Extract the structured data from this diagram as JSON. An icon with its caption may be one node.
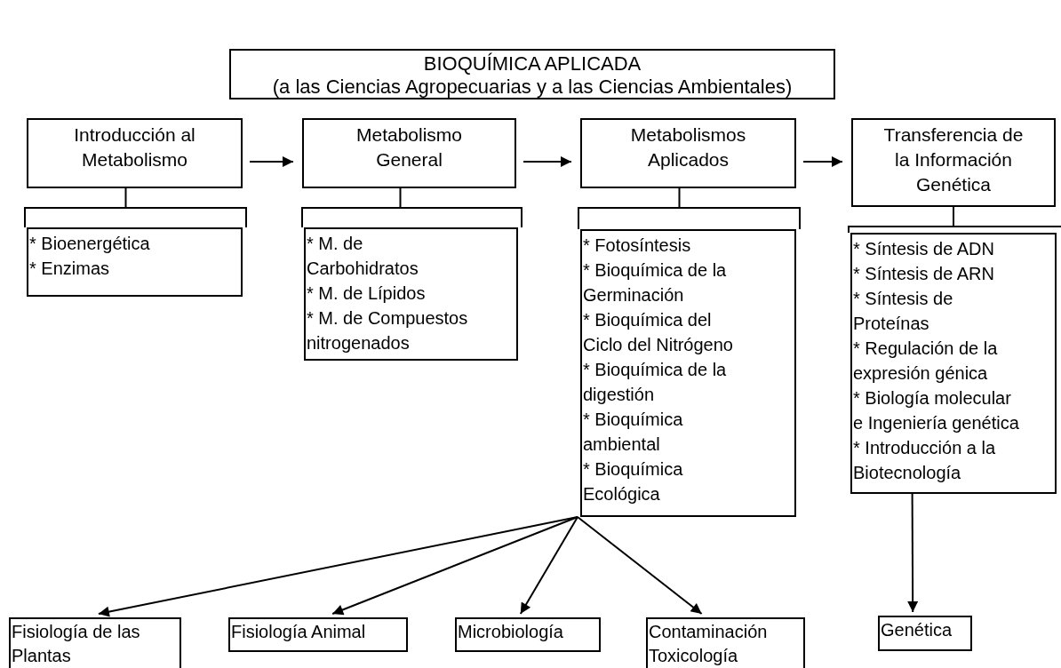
{
  "diagram": {
    "nodes": [
      {
        "text": [
          "BIOQUÍMICA APLICADA",
          "(a las Ciencias Agropecuarias y a las Ciencias Ambientales)"
        ]
      },
      {
        "text": [
          "Introducción al Metabolismo"
        ]
      },
      {
        "text": [
          "Metabolismo General"
        ]
      },
      {
        "text": [
          "Metabolismos Aplicados"
        ]
      },
      {
        "text": [
          "Transferencia de la Información Genética"
        ]
      },
      {
        "text": [
          "* Bioenergética",
          "* Enzimas"
        ]
      },
      {
        "text": [
          "* M. de Carbohidratos",
          "* M. de Lípidos",
          "* M. de Compuestos nitrogenados"
        ]
      },
      {
        "text": [
          "* Fotosíntesis",
          "* Bioquímica de la Germinación",
          "* Bioquímica del Ciclo del Nitrógeno",
          "* Bioquímica de la digestión",
          "* Bioquímica ambiental",
          "* Bioquímica Ecológica"
        ]
      },
      {
        "text": [
          "* Síntesis de ADN",
          "* Síntesis de ARN",
          "* Síntesis de Proteínas",
          "* Regulación de la expresión génica",
          "* Biología molecular e Ingeniería genética",
          "* Introducción a la Biotecnología"
        ]
      },
      {
        "text": [
          "Fisiología de las Plantas"
        ]
      },
      {
        "text": [
          "Fisiología Animal"
        ]
      },
      {
        "text": [
          "Microbiología"
        ]
      },
      {
        "text": [
          "Contaminación Toxicología"
        ]
      },
      {
        "text": [
          "Genética"
        ]
      }
    ],
    "edges": [
      {
        "from": 1,
        "to": 2,
        "arrow": "to"
      },
      {
        "from": 2,
        "to": 3,
        "arrow": "to"
      },
      {
        "from": 3,
        "to": 4,
        "arrow": "to"
      },
      {
        "from": 1,
        "to": 5,
        "arrow": "none"
      },
      {
        "from": 2,
        "to": 6,
        "arrow": "none"
      },
      {
        "from": 3,
        "to": 7,
        "arrow": "none"
      },
      {
        "from": 4,
        "to": 8,
        "arrow": "none"
      },
      {
        "from": 7,
        "to": 9,
        "arrow": "to"
      },
      {
        "from": 7,
        "to": 10,
        "arrow": "to"
      },
      {
        "from": 7,
        "to": 11,
        "arrow": "to"
      },
      {
        "from": 7,
        "to": 12,
        "arrow": "to"
      },
      {
        "from": 8,
        "to": 13,
        "arrow": "to"
      }
    ]
  }
}
